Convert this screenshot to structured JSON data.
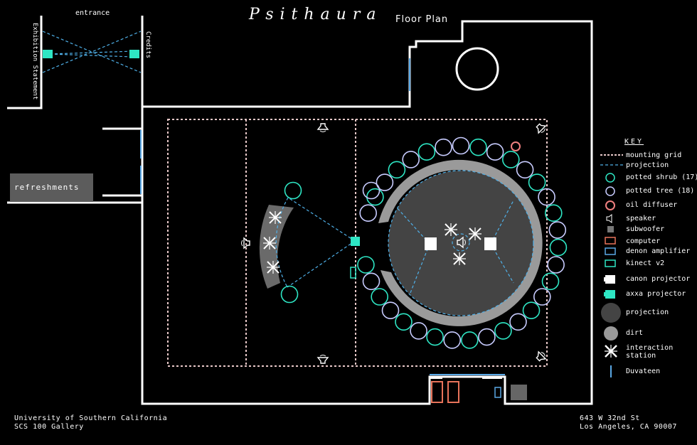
{
  "header": {
    "title": "Psithaura",
    "subtitle": "Floor Plan"
  },
  "labels": {
    "entrance": "entrance",
    "exhibition_statement": "Exhibition Statement",
    "credits": "Credits",
    "refreshments": "refreshments"
  },
  "key": {
    "title": "KEY",
    "items": [
      {
        "icon": "mounting-grid-line-icon",
        "label": "mounting grid"
      },
      {
        "icon": "projection-line-icon",
        "label": "projection"
      },
      {
        "icon": "potted-shrub-icon",
        "label": "potted shrub (17)"
      },
      {
        "icon": "potted-tree-icon",
        "label": "potted tree (18)"
      },
      {
        "icon": "oil-diffuser-icon",
        "label": "oil diffuser"
      },
      {
        "icon": "speaker-icon",
        "label": "speaker"
      },
      {
        "icon": "subwoofer-icon",
        "label": "subwoofer"
      },
      {
        "icon": "computer-icon",
        "label": "computer"
      },
      {
        "icon": "denon-amplifier-icon",
        "label": "denon amplifier"
      },
      {
        "icon": "kinect-icon",
        "label": "kinect v2"
      },
      {
        "icon": "canon-projector-icon",
        "label": "canon projector"
      },
      {
        "icon": "axxa-projector-icon",
        "label": "axxa projector"
      },
      {
        "icon": "projection-area-icon",
        "label": "projection"
      },
      {
        "icon": "dirt-icon",
        "label": "dirt"
      },
      {
        "icon": "interaction-station-icon",
        "label": "interaction station"
      },
      {
        "icon": "duvateen-icon",
        "label": "Duvateen"
      }
    ]
  },
  "footer": {
    "left_line1": "University of Southern California",
    "left_line2": "SCS 100 Gallery",
    "right_line1": "643 W 32nd St",
    "right_line2": "Los Angeles, CA 90007"
  },
  "colors": {
    "background": "#000000",
    "wall": "#ffffff",
    "shrub": "#2ee6c4",
    "tree": "#c8ccff",
    "diffuser": "#f08080",
    "computer": "#e8735a",
    "amplifier": "#5aa8e6",
    "projection_line": "#4fb0e8",
    "grid": "#e8c8c8",
    "projection_area": "#444444",
    "dirt": "#9a9a9a",
    "axxa": "#2ee6c4"
  }
}
